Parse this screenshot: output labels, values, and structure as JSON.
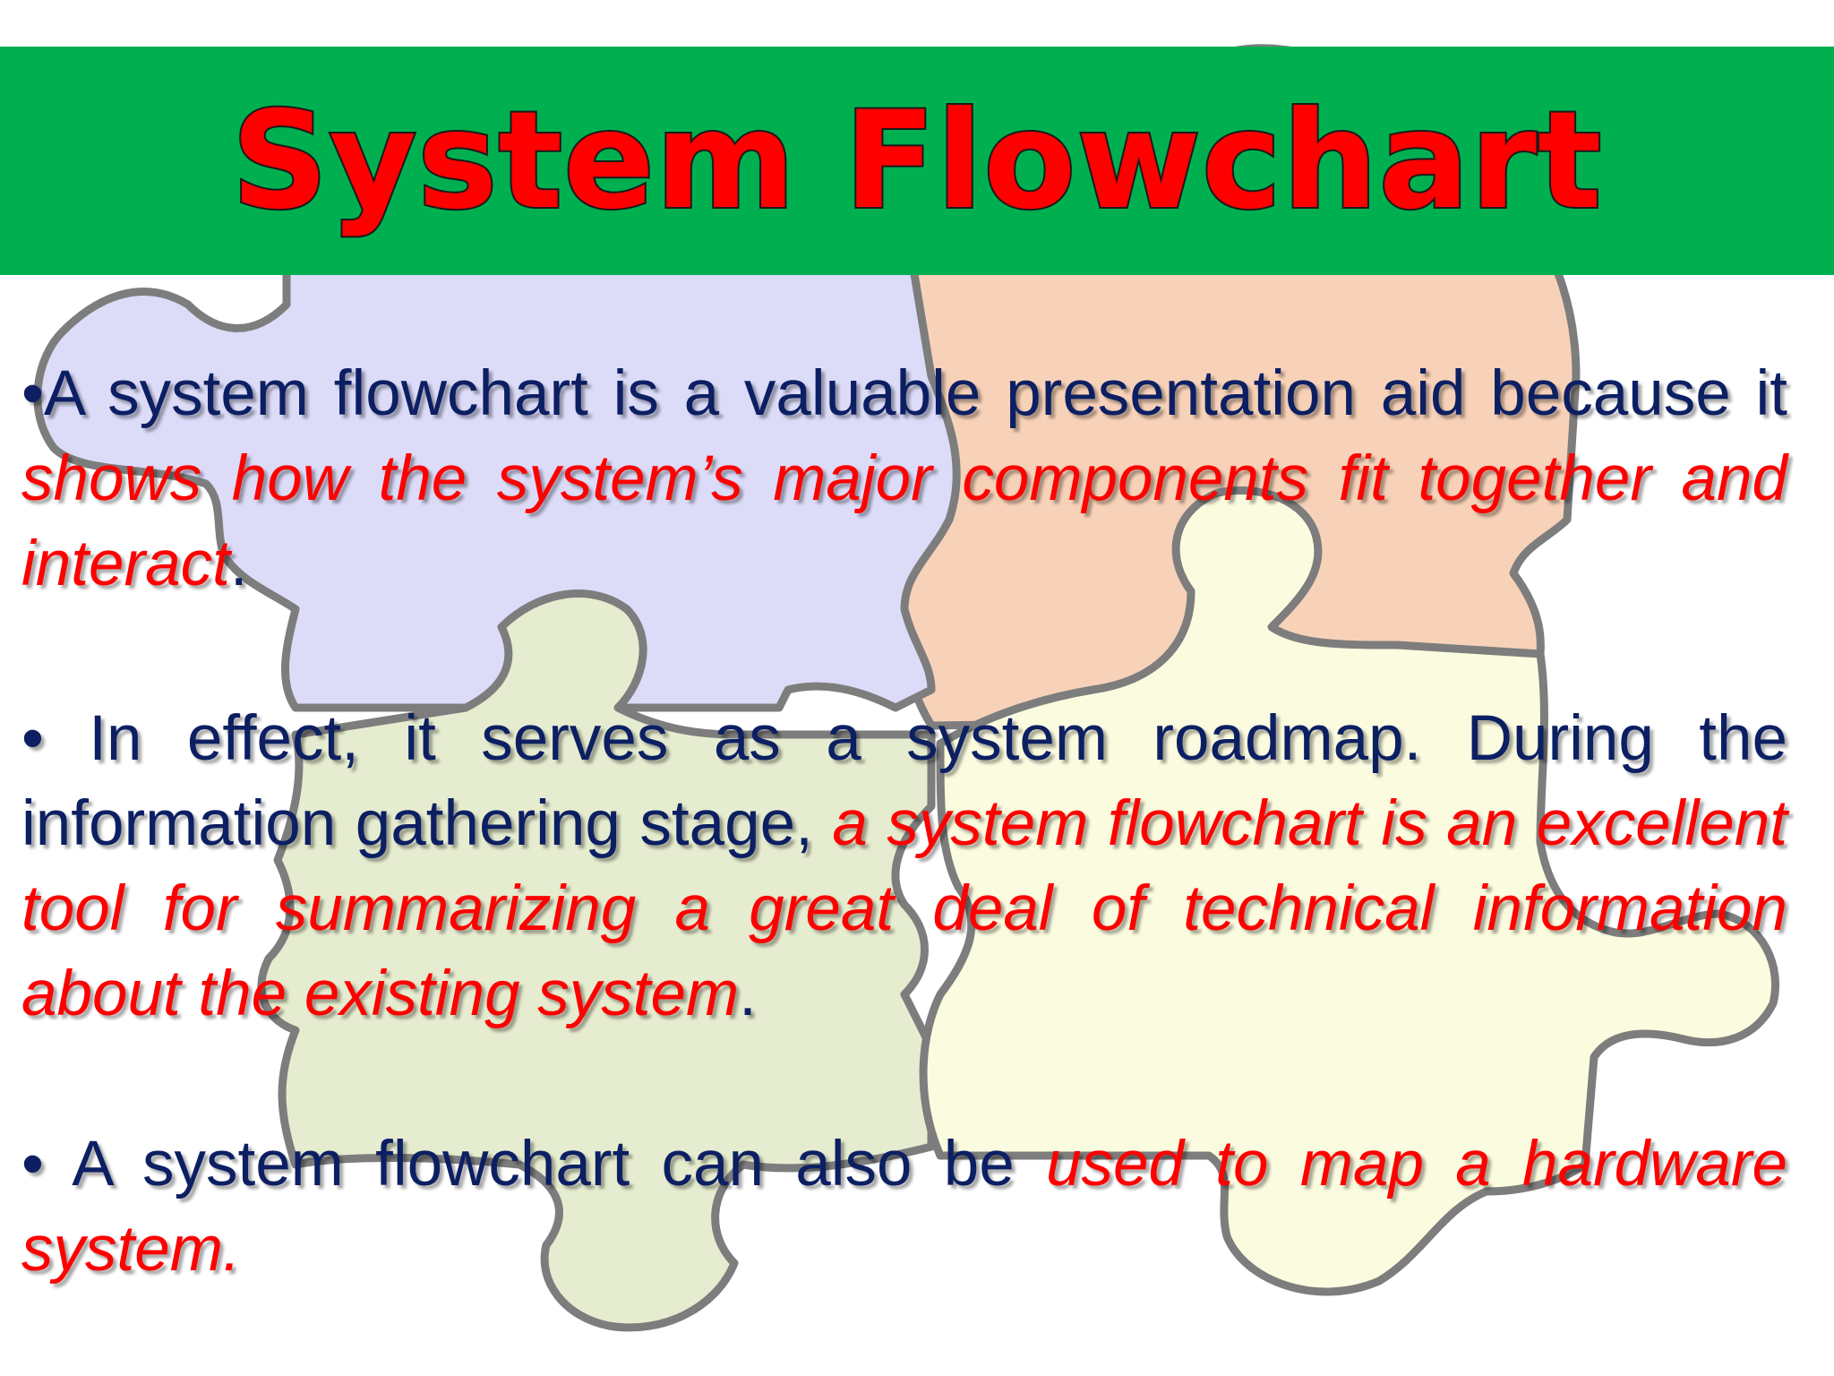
{
  "slide": {
    "title": "System Flowchart",
    "colors": {
      "header_bar": "#00b050",
      "title": "#ff0000",
      "body_text": "#0c1f63",
      "emphasis": "#ff0000"
    },
    "background_image": {
      "icon": "jigsaw-puzzle-icon",
      "piece_colors": [
        "#dcdcf9",
        "#f8d2b8",
        "#e6eccf",
        "#fbfbdf"
      ]
    },
    "bullets": [
      {
        "marker": "•",
        "pre": "A system flowchart is a valuable presentation aid because it ",
        "emphasis": "shows how the system’s major components fit together and interact",
        "post": "."
      },
      {
        "marker": "• ",
        "pre": "In effect, it serves as a system roadmap. During the information gathering stage, ",
        "emphasis": "a system flowchart is an excellent tool for summarizing a great deal of technical information about the existing system",
        "post": "."
      },
      {
        "marker": "• ",
        "pre": "A system flowchart can also be ",
        "emphasis": "used to map a hardware system.",
        "post": ""
      }
    ]
  }
}
